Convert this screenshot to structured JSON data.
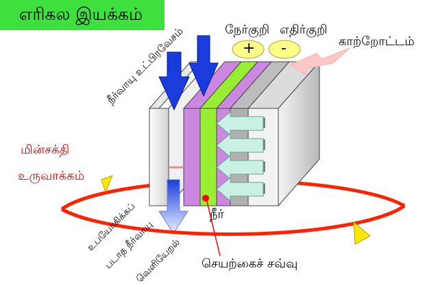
{
  "title": "எரிகல இயக்கம்",
  "labels": {
    "positive_terminal": "நேர்குறி",
    "negative_terminal": "எதிர்குறி",
    "hydrogen_in": "நீர்வாயு உட்பிரவேசம்",
    "air_flow": "காற்றோட்டம்",
    "power_line1": "மின்சக்தி",
    "power_line2": "உருவாக்கம்",
    "exhaust_line1": "உபயோகிக்கப்",
    "exhaust_line2": "படாத நீர்வாயு",
    "exhaust_line3": "வெளியேறல்",
    "water": "நீர்",
    "catalyst": "செயற்கைச் சவ்வு"
  },
  "symbols": {
    "plus": "+",
    "minus": "-"
  },
  "colors": {
    "title_bg": "#3ee03e",
    "anode": "#cc88e0",
    "electrolyte": "#99ee33",
    "cathode": "#b0b0b0",
    "arrow_blue": "#1a3cdc",
    "arrow_light": "#c8f0e4",
    "air_arrow": "#ffc8c8",
    "circuit": "#ff2200",
    "terminal": "#ffff88",
    "text_red": "#e00000"
  }
}
